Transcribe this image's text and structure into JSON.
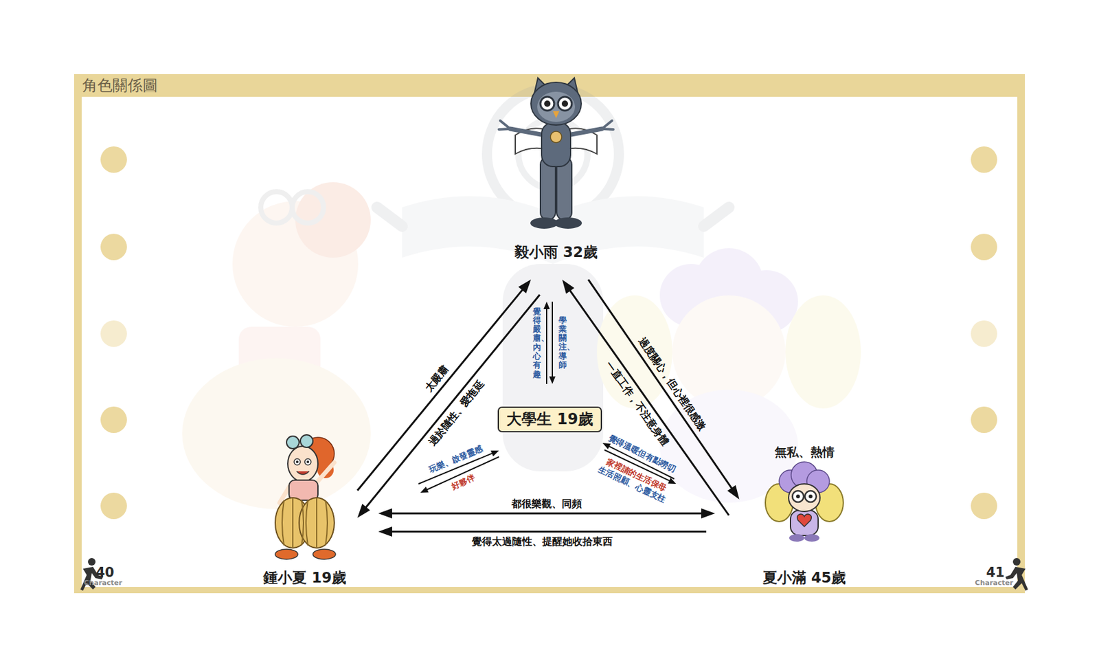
{
  "diagram": {
    "title": "角色關係圖",
    "nodes": [
      {
        "text": [
          "毅小雨 32歲"
        ]
      },
      {
        "text": [
          "大學生 19歲"
        ]
      },
      {
        "text": [
          "鍾小夏 19歲"
        ]
      },
      {
        "text": [
          "無私、熱情",
          "夏小滿 45歲"
        ]
      }
    ],
    "edges": [
      {
        "from": 2,
        "to": 0,
        "label": "太嚴肅",
        "arrow": "to"
      },
      {
        "from": 0,
        "to": 2,
        "label": "過於隨性、愛拖延",
        "arrow": "to"
      },
      {
        "from": 3,
        "to": 0,
        "label": "一直工作，不注意身體",
        "arrow": "to"
      },
      {
        "from": 0,
        "to": 3,
        "label": "過度關心，但心裡很感激",
        "arrow": "to"
      },
      {
        "from": 2,
        "to": 3,
        "label": "都很樂觀、同頻",
        "arrow": "both"
      },
      {
        "from": 3,
        "to": 2,
        "label": "覺得太過隨性、提醒她收拾東西",
        "arrow": "to"
      },
      {
        "from": 1,
        "to": 0,
        "label": "覺得嚴肅、內心有趣",
        "arrow": "to"
      },
      {
        "from": 0,
        "to": 1,
        "label": "學業關注、導師",
        "arrow": "to"
      },
      {
        "from": 2,
        "to": 1,
        "label": "玩樂、啟發靈感",
        "arrow": "to"
      },
      {
        "from": 1,
        "to": 2,
        "label": "好夥伴",
        "arrow": "to"
      },
      {
        "from": 3,
        "to": 1,
        "label": "覺得溫暖但有點嘮叨",
        "arrow": "to"
      },
      {
        "from": 1,
        "to": 3,
        "label": "家裡請的生活保母",
        "arrow": "to"
      }
    ],
    "labels": [
      "40",
      "Character",
      "41",
      "Character",
      "生活照顧、心靈支柱"
    ]
  }
}
